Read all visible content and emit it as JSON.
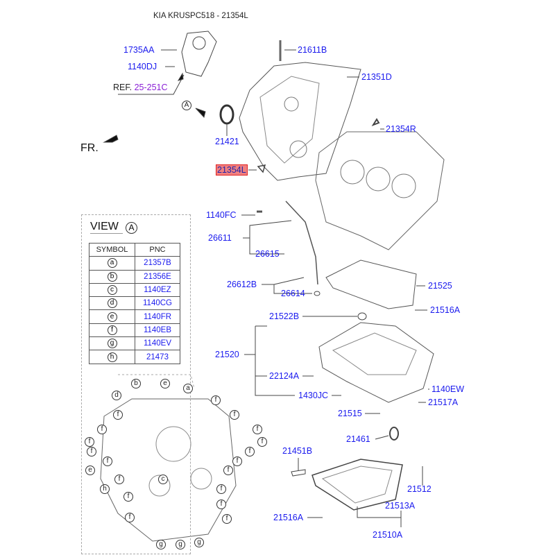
{
  "title": "KIA KRUSPC518 - 21354L",
  "front_label": "FR.",
  "view_marker": "A",
  "ref": {
    "prefix": "REF.",
    "code": "25-251C"
  },
  "labels": {
    "l1735AA": "1735AA",
    "l1140DJ": "1140DJ",
    "l21611B": "21611B",
    "l21351D": "21351D",
    "l21421": "21421",
    "l21354R": "21354R",
    "l21354L": "21354L",
    "l1140FC": "1140FC",
    "l26611": "26611",
    "l26615": "26615",
    "l26612B": "26612B",
    "l26614": "26614",
    "l21525": "21525",
    "l21516A_top": "21516A",
    "l21522B": "21522B",
    "l21520": "21520",
    "l22124A": "22124A",
    "l1430JC": "1430JC",
    "l1140EW": "1140EW",
    "l21517A": "21517A",
    "l21515": "21515",
    "l21461": "21461",
    "l21451B": "21451B",
    "l21512": "21512",
    "l21513A": "21513A",
    "l21516A_bot": "21516A",
    "l21510A": "21510A"
  },
  "view_a": {
    "heading": "VIEW",
    "marker": "A",
    "columns": [
      "SYMBOL",
      "PNC"
    ],
    "rows": [
      {
        "symbol": "a",
        "pnc": "21357B"
      },
      {
        "symbol": "b",
        "pnc": "21356E"
      },
      {
        "symbol": "c",
        "pnc": "1140EZ"
      },
      {
        "symbol": "d",
        "pnc": "1140CG"
      },
      {
        "symbol": "e",
        "pnc": "1140FR"
      },
      {
        "symbol": "f",
        "pnc": "1140EB"
      },
      {
        "symbol": "g",
        "pnc": "1140EV"
      },
      {
        "symbol": "h",
        "pnc": "21473"
      }
    ],
    "callouts": [
      "b",
      "e",
      "a",
      "d",
      "f",
      "f",
      "f",
      "f",
      "f",
      "f",
      "f",
      "f",
      "f",
      "f",
      "f",
      "e",
      "f",
      "f",
      "h",
      "c",
      "f",
      "f",
      "f",
      "f",
      "f",
      "g",
      "g",
      "g"
    ]
  },
  "colors": {
    "part_number": "#1a1aee",
    "reference": "#8a1fd6",
    "highlight": "#f08080"
  }
}
